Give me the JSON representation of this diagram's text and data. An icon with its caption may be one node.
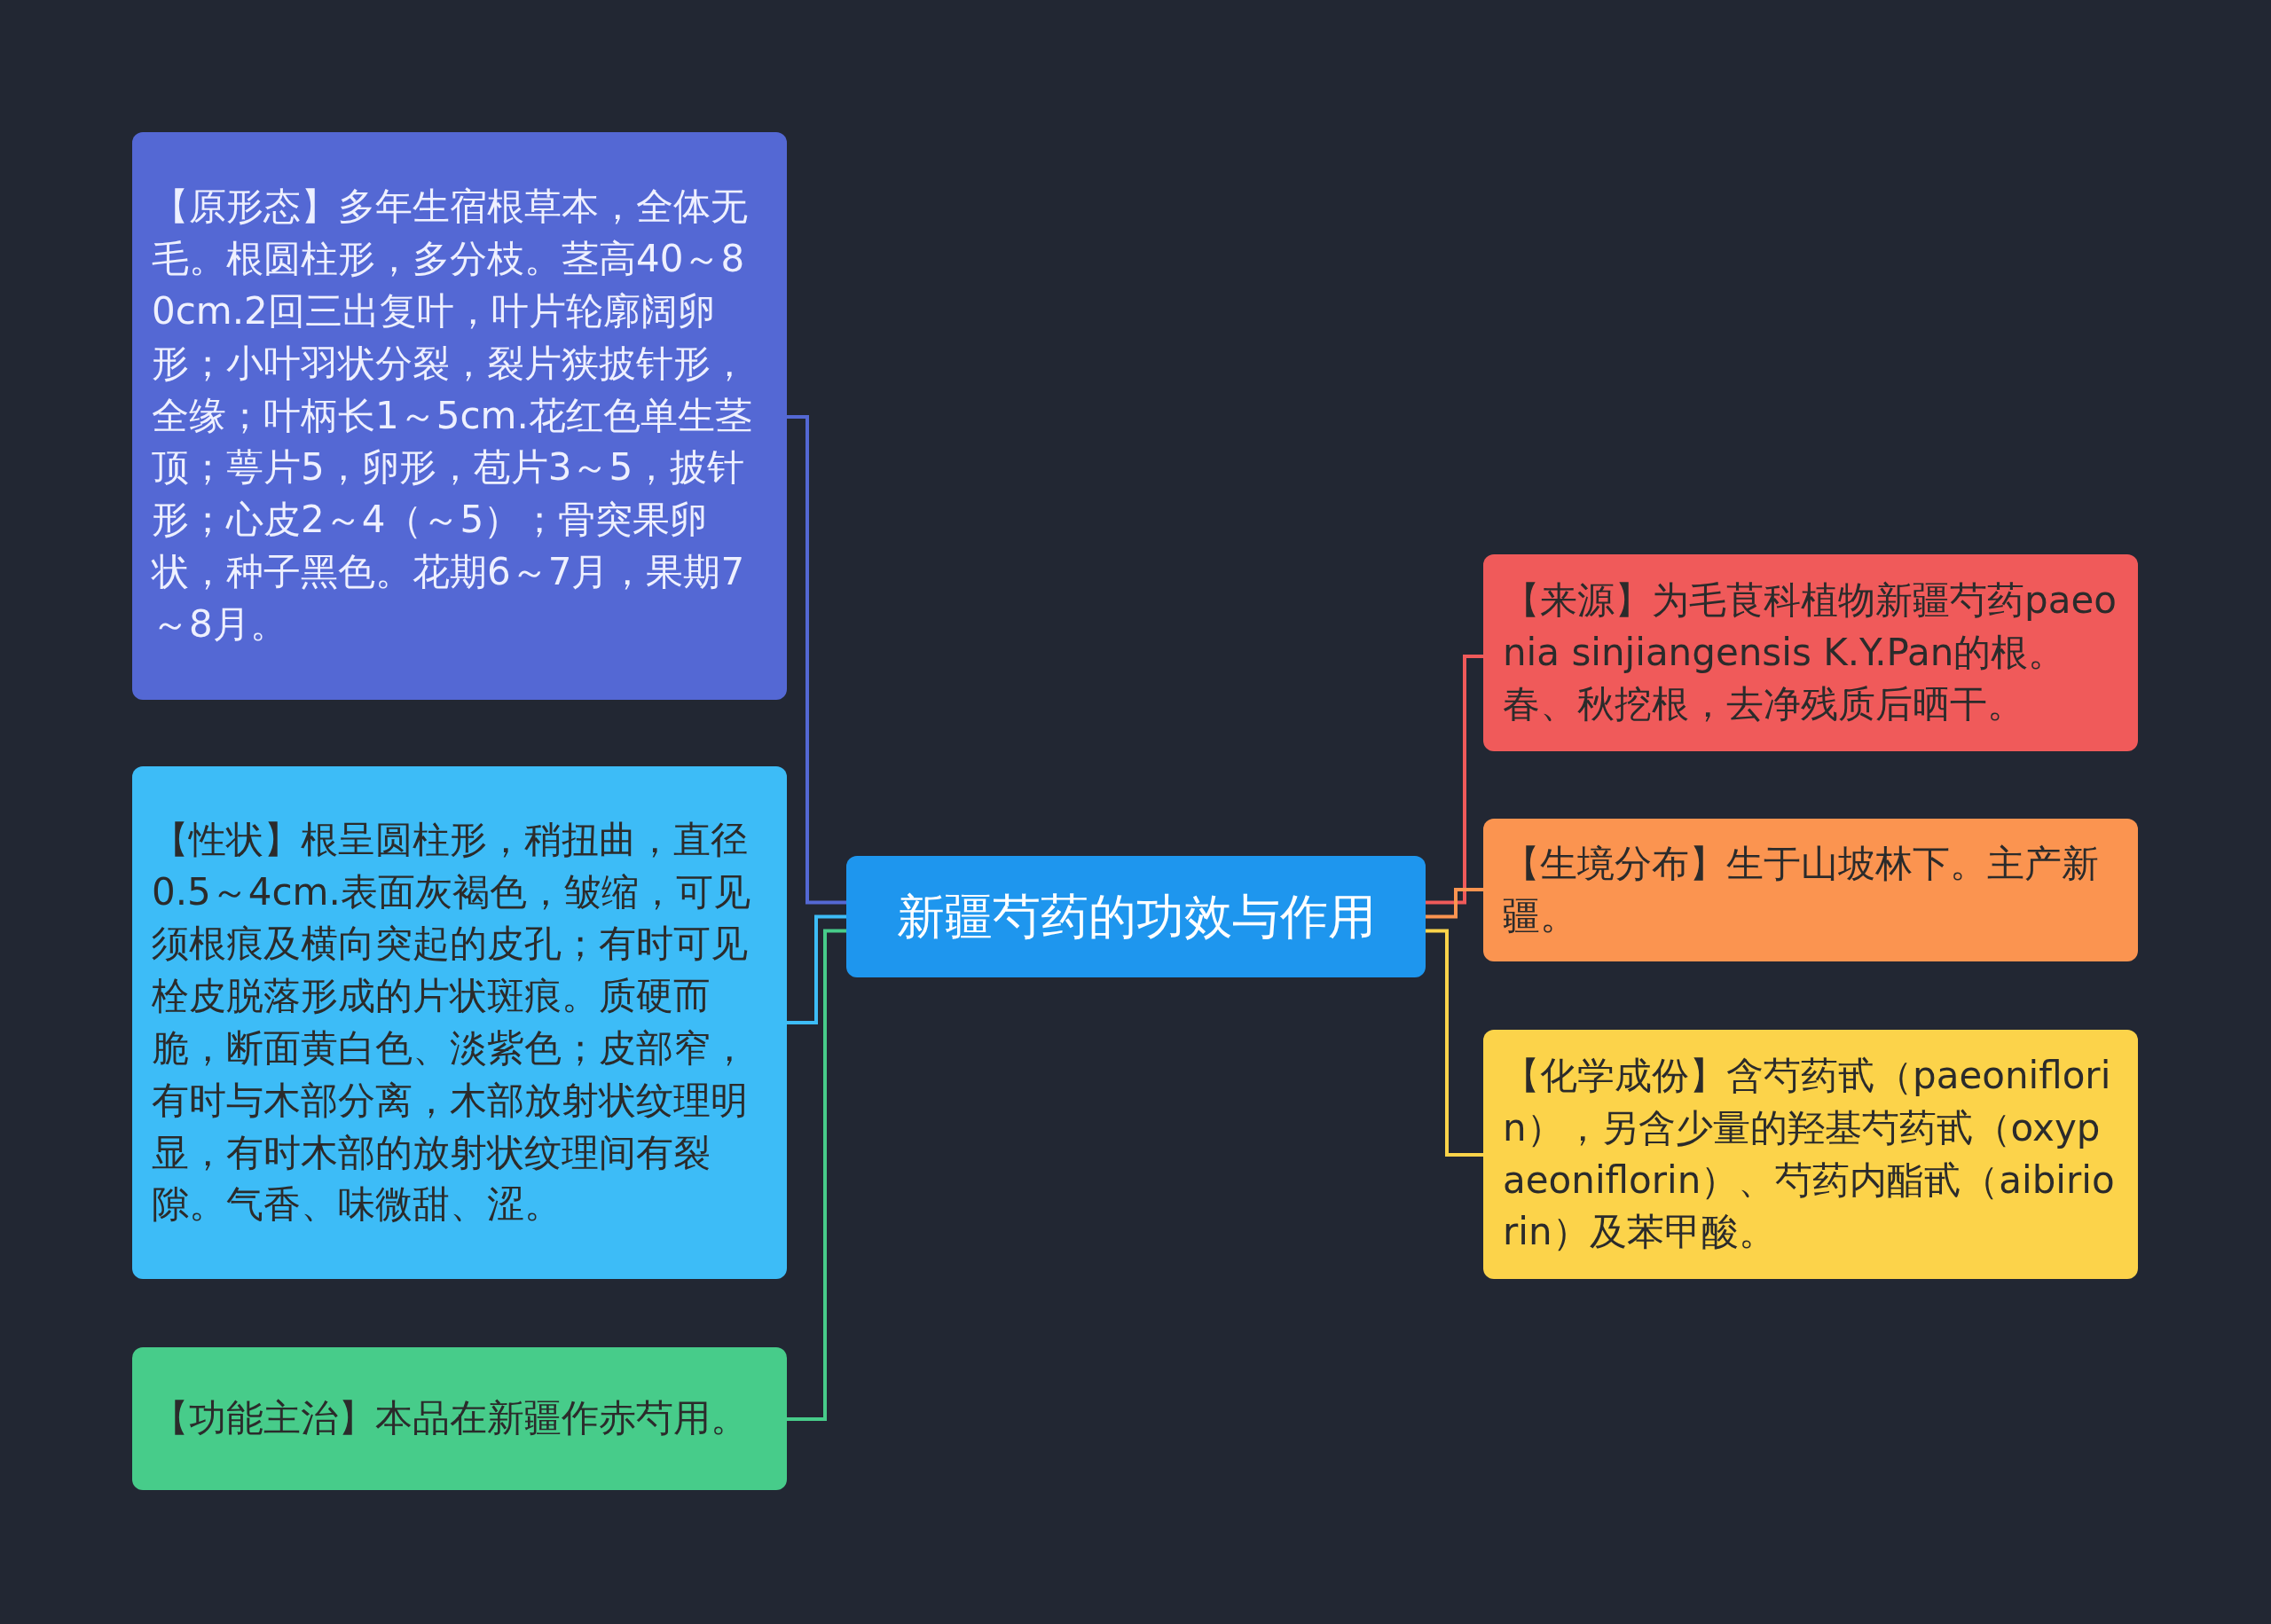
{
  "diagram": {
    "nodes": [
      {
        "text": [
          "新疆芍药的功效与作用"
        ]
      },
      {
        "text": [
          "【原形态】多年生宿根草本，全体无毛。根圆柱形，多分枝。茎高40～80cm.2回三出复叶，叶片轮廓阔卵形；小叶羽状分裂，裂片狭披针形，全缘；叶柄长1～5cm.花红色单生茎顶；萼片5，卵形，苞片3～5，披针形；心皮2～4（～5）；骨突果卵状，种子黑色。花期6～7月，果期7～8月。"
        ]
      },
      {
        "text": [
          "【性状】根呈圆柱形，稍扭曲，直径0.5～4cm.表面灰褐色，皱缩，可见须根痕及横向突起的皮孔；有时可见栓皮脱落形成的片状斑痕。质硬而脆，断面黄白色、淡紫色；皮部窄，有时与木部分离，木部放射状纹理明显，有时木部的放射状纹理间有裂隙。气香、味微甜、涩。"
        ]
      },
      {
        "text": [
          "【功能主治】本品在新疆作赤芍用。"
        ]
      },
      {
        "text": [
          "【来源】为毛茛科植物新疆芍药paeonia sinjiangensis K.Y.Pan的根。春、秋挖根，去净残质后晒干。"
        ]
      },
      {
        "text": [
          "【生境分布】生于山坡林下。主产新疆。"
        ]
      },
      {
        "text": [
          "【化学成份】含芍药甙（paeoniflorin），另含少量的羟基芍药甙（oxypaeoniflorin）、芍药内酯甙（aibiriorin）及苯甲酸。"
        ]
      }
    ],
    "edges": [
      {
        "from": 0,
        "to": 1,
        "arrow": "none",
        "color": "#5468d4"
      },
      {
        "from": 0,
        "to": 2,
        "arrow": "none",
        "color": "#3dbcf7"
      },
      {
        "from": 0,
        "to": 3,
        "arrow": "none",
        "color": "#47cc8a"
      },
      {
        "from": 0,
        "to": 4,
        "arrow": "none",
        "color": "#f05a5a"
      },
      {
        "from": 0,
        "to": 5,
        "arrow": "none",
        "color": "#fb9450"
      },
      {
        "from": 0,
        "to": 6,
        "arrow": "none",
        "color": "#fcd34a"
      }
    ]
  }
}
